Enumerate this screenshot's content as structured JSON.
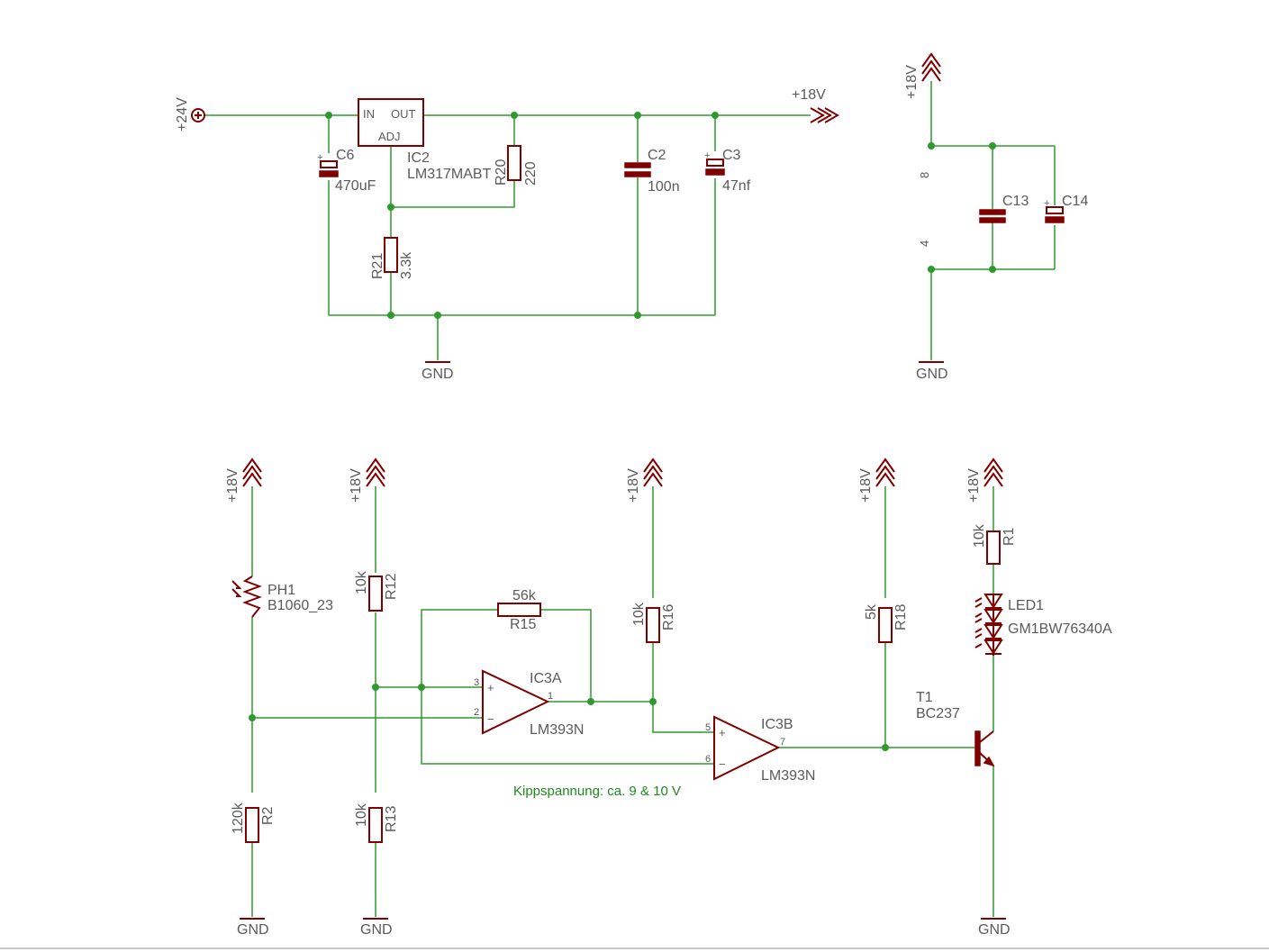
{
  "supply": {
    "in_24v": "+24V",
    "out_18v": "+18V",
    "gnd": "GND"
  },
  "components": {
    "ic2": {
      "ref": "IC2",
      "value": "LM317MABT",
      "pin_in": "IN",
      "pin_out": "OUT",
      "pin_adj": "ADJ"
    },
    "c6": {
      "ref": "C6",
      "value": "470uF"
    },
    "r20": {
      "ref": "R20",
      "value": "220"
    },
    "r21": {
      "ref": "R21",
      "value": "3.3k"
    },
    "c2": {
      "ref": "C2",
      "value": "100n"
    },
    "c3": {
      "ref": "C3",
      "value": "47nf"
    },
    "c13": {
      "ref": "C13"
    },
    "c14": {
      "ref": "C14"
    },
    "ic3_power": {
      "pin_vcc": "8",
      "pin_gnd": "4"
    },
    "ph1": {
      "ref": "PH1",
      "value": "B1060_23"
    },
    "r2": {
      "ref": "R2",
      "value": "120k"
    },
    "r12": {
      "ref": "R12",
      "value": "10k"
    },
    "r13": {
      "ref": "R13",
      "value": "10k"
    },
    "r15": {
      "ref": "R15",
      "value": "56k"
    },
    "r16": {
      "ref": "R16",
      "value": "10k"
    },
    "r18": {
      "ref": "R18",
      "value": "5k"
    },
    "r1": {
      "ref": "R1",
      "value": "10k"
    },
    "led1": {
      "ref": "LED1",
      "value": "GM1BW76340A"
    },
    "t1": {
      "ref": "T1",
      "value": "BC237"
    },
    "ic3a": {
      "ref": "IC3A",
      "value": "LM393N",
      "pin_plus": "3",
      "pin_minus": "2",
      "pin_out": "1"
    },
    "ic3b": {
      "ref": "IC3B",
      "value": "LM393N",
      "pin_plus": "5",
      "pin_minus": "6",
      "pin_out": "7"
    }
  },
  "pin_signs": {
    "plus": "+",
    "minus": "−"
  },
  "note": "Kippspannung: ca. 9 & 10 V",
  "colors": {
    "wire": "#2e9a2e",
    "part": "#800000",
    "text": "#5a5a5a",
    "note": "#1d8a1d"
  }
}
